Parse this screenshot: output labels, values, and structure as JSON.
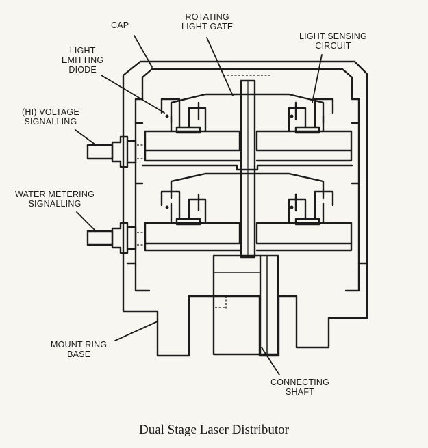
{
  "labels": {
    "cap": "CAP",
    "rotating_light_gate": [
      "ROTATING",
      "LIGHT-GATE"
    ],
    "light_sensing_circuit": [
      "LIGHT SENSING",
      "CIRCUIT"
    ],
    "light_emitting_diode": [
      "LIGHT",
      "EMITTING",
      "DIODE"
    ],
    "hi_voltage_signalling": [
      "(HI) VOLTAGE",
      "SIGNALLING"
    ],
    "water_metering_signalling": [
      "WATER METERING",
      "SIGNALLING"
    ],
    "mount_ring_base": [
      "MOUNT RING",
      "BASE"
    ],
    "connecting_shaft": [
      "CONNECTING",
      "SHAFT"
    ]
  },
  "caption": "Dual Stage Laser Distributor"
}
